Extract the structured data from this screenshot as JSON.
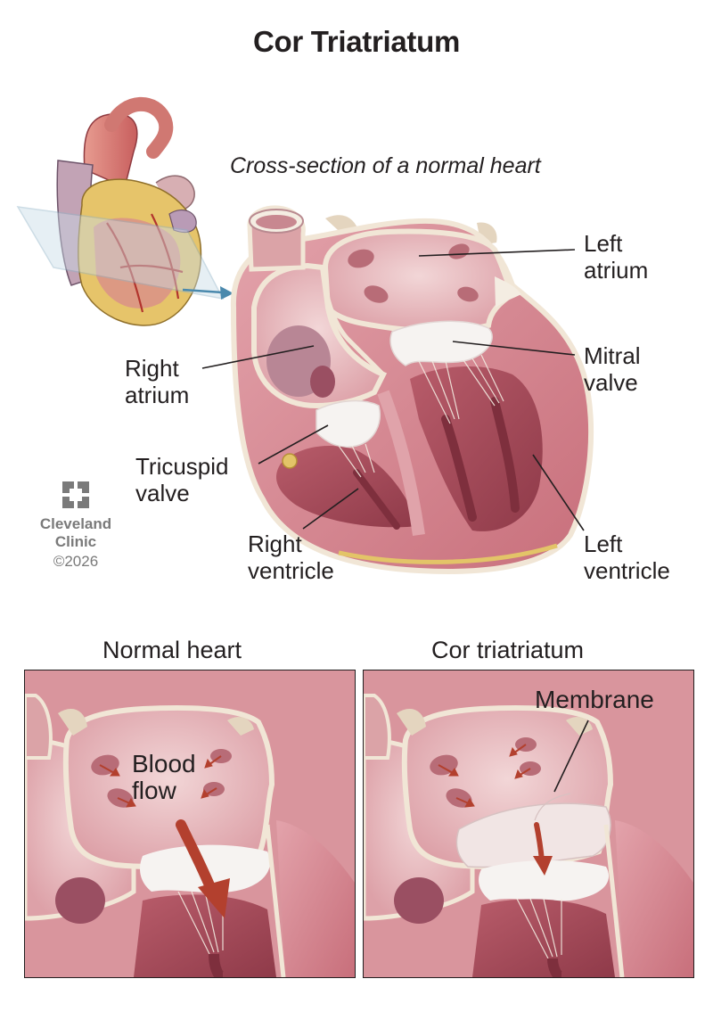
{
  "title": "Cor Triatriatum",
  "main": {
    "subtitle": "Cross-section of a normal heart",
    "labels": {
      "left_atrium": [
        "Left",
        "atrium"
      ],
      "right_atrium": [
        "Right",
        "atrium"
      ],
      "mitral_valve": [
        "Mitral",
        "valve"
      ],
      "tricuspid_valve": [
        "Tricuspid",
        "valve"
      ],
      "right_ventricle": [
        "Right",
        "ventricle"
      ],
      "left_ventricle": [
        "Left",
        "ventricle"
      ]
    }
  },
  "brand": {
    "name_line1": "Cleveland",
    "name_line2": "Clinic",
    "copyright": "©2026"
  },
  "panels": {
    "normal": {
      "title": "Normal heart",
      "label": [
        "Blood",
        "flow"
      ]
    },
    "cor": {
      "title": "Cor triatriatum",
      "label": "Membrane"
    }
  },
  "colors": {
    "tissue": "#d9929c",
    "tissue_dark": "#a9505e",
    "chamber": "#ecc3c6",
    "outline": "#f4ede2",
    "valve": "#f6f3f1",
    "arrow": "#b3402e",
    "vessel": "#d77a74"
  }
}
